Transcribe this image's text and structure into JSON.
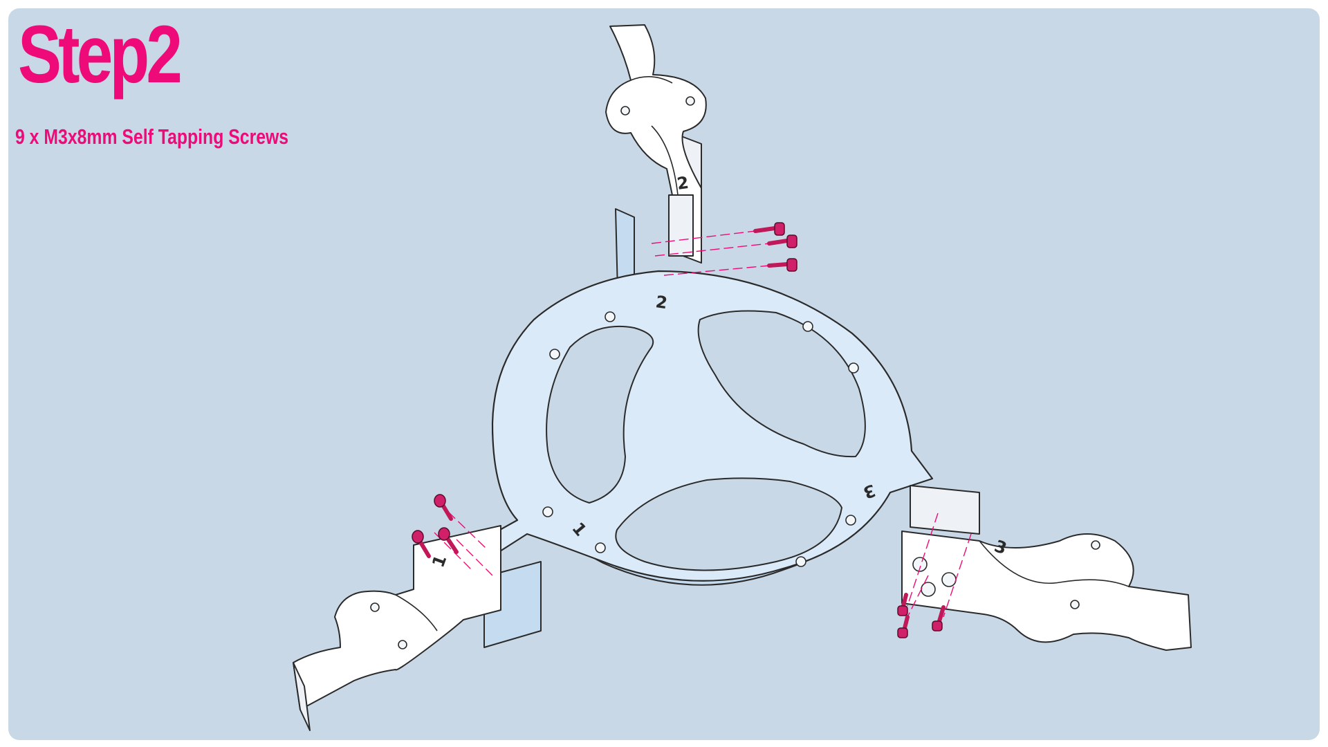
{
  "header": {
    "title": "Step2",
    "subtitle": "9 x M3x8mm Self Tapping Screws"
  },
  "labels": {
    "arm_top": "2",
    "plate_top": "2",
    "arm_left": "1",
    "plate_left": "1",
    "arm_right": "3",
    "plate_right": "3"
  },
  "colors": {
    "background": "#c8d8e6",
    "accent": "#ee0a78",
    "plate": "#dbeaf8"
  }
}
